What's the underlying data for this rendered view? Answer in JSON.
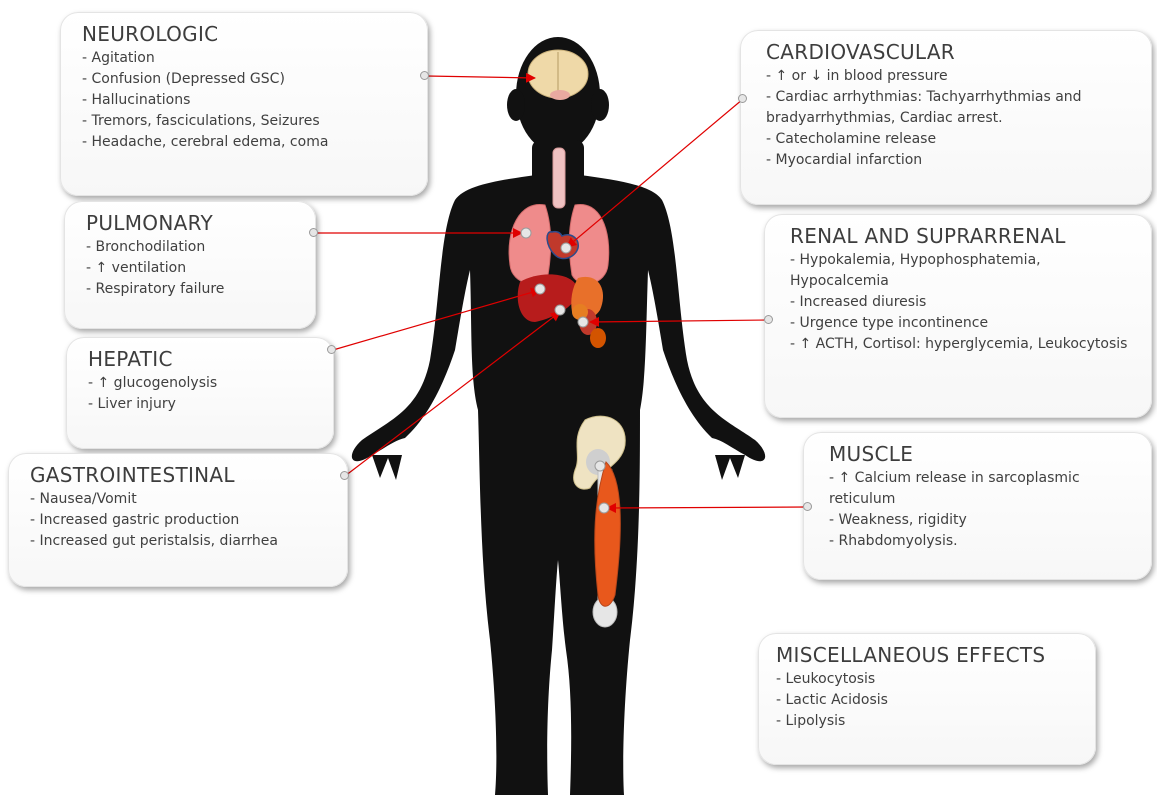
{
  "boxes": {
    "neurologic": {
      "title": "NEUROLOGIC",
      "items": [
        "- Agitation",
        "- Confusion (Depressed GSC)",
        "- Hallucinations",
        "- Tremors, fasciculations, Seizures",
        "- Headache, cerebral edema, coma"
      ]
    },
    "pulmonary": {
      "title": "PULMONARY",
      "items": [
        "- Bronchodilation",
        "- ↑ ventilation",
        "- Respiratory failure"
      ]
    },
    "hepatic": {
      "title": "HEPATIC",
      "items": [
        "- ↑ glucogenolysis",
        "- Liver injury"
      ]
    },
    "gastrointestinal": {
      "title": "GASTROINTESTINAL",
      "items": [
        "- Nausea/Vomit",
        "- Increased gastric production",
        "- Increased gut peristalsis, diarrhea"
      ]
    },
    "cardiovascular": {
      "title": "CARDIOVASCULAR",
      "items": [
        "- ↑ or ↓ in blood pressure",
        "- Cardiac arrhythmias: Tachyarrhythmias and bradyarrhythmias, Cardiac arrest.",
        "- Catecholamine release",
        "- Myocardial infarction"
      ]
    },
    "renal": {
      "title": "RENAL AND SUPRARRENAL",
      "items": [
        "- Hypokalemia, Hypophosphatemia, Hypocalcemia",
        "- Increased diuresis",
        "- Urgence type incontinence",
        "- ↑ ACTH, Cortisol: hyperglycemia, Leukocytosis"
      ]
    },
    "muscle": {
      "title": "MUSCLE",
      "items": [
        "- ↑ Calcium release in sarcoplasmic reticulum",
        "- Weakness, rigidity",
        "-  Rhabdomyolysis."
      ]
    },
    "misc": {
      "title": "MISCELLANEOUS EFFECTS",
      "items": [
        "- Leukocytosis",
        "- Lactic Acidosis",
        "- Lipolysis"
      ]
    }
  },
  "colors": {
    "arrow": "#e00000",
    "body": "#111111",
    "lung": "#ef8b8b",
    "liver": "#b71c1c",
    "stomach": "#e8702a",
    "kidney": "#c0392b",
    "brain": "#efd9a8",
    "muscle": "#e8581c",
    "bone": "#efe3c2"
  }
}
